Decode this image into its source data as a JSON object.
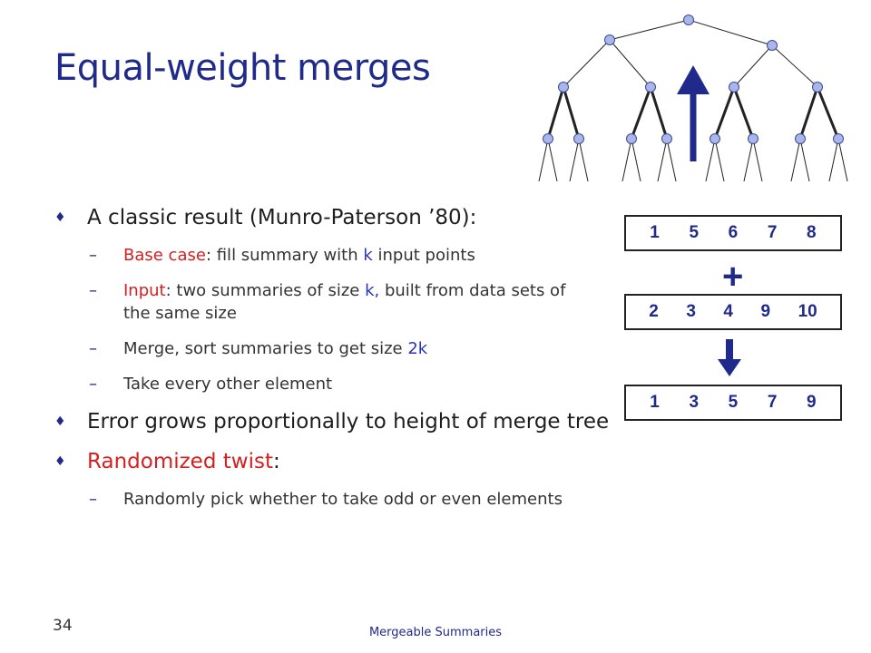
{
  "slide": {
    "title": "Equal-weight merges",
    "page_number": "34",
    "footer": "Mergeable Summaries"
  },
  "bullets": [
    {
      "text": "A classic result (Munro-Paterson ’80):"
    },
    {
      "text": "Error grows proportionally to height of merge tree"
    },
    {
      "red": "Randomized twist",
      "rest": ":"
    }
  ],
  "sub1": [
    {
      "red": "Base case",
      "pre": ": fill summary with ",
      "blue": "k",
      "post": " input points"
    },
    {
      "red": "Input",
      "pre": ": two summaries of size ",
      "blue": "k,",
      "post": " built from data sets of the same size"
    },
    {
      "pre": "Merge, sort summaries to get size ",
      "blue": "2k"
    },
    {
      "pre": "Take every other element"
    }
  ],
  "sub3": [
    {
      "pre": "Randomly pick whether to take odd or even elements"
    }
  ],
  "diagram": {
    "row1": [
      "1",
      "5",
      "6",
      "7",
      "8"
    ],
    "plus": "+",
    "row2": [
      "2",
      "3",
      "4",
      "9",
      "10"
    ],
    "row3": [
      "1",
      "3",
      "5",
      "7",
      "9"
    ],
    "colors": {
      "accent": "#1f2a8a",
      "node": "#a9b6e8"
    }
  }
}
